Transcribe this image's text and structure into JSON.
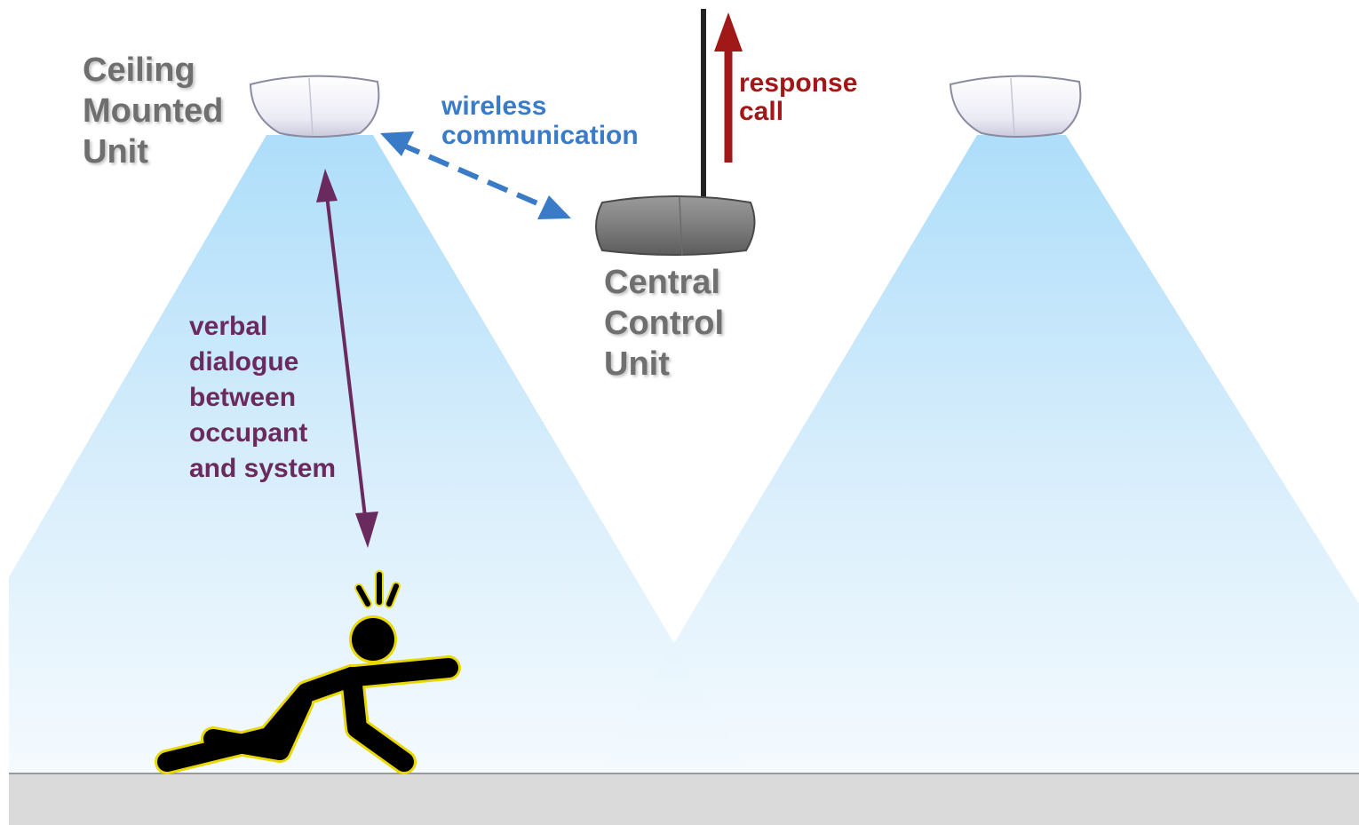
{
  "labels": {
    "ceiling_unit": [
      "Ceiling",
      "Mounted",
      "Unit"
    ],
    "wireless": [
      "wireless",
      "communication"
    ],
    "response": [
      "response",
      "call"
    ],
    "central_unit": [
      "Central",
      "Control",
      "Unit"
    ],
    "verbal": [
      "verbal",
      "dialogue",
      "between",
      "occupant",
      "and system"
    ]
  },
  "colors": {
    "wireless_arrow": "#3a7bc8",
    "response_arrow": "#a01818",
    "dialogue_arrow": "#6b2a5e",
    "light_cone": "#aee0fb",
    "floor": "#dadada",
    "figure": "#000000",
    "figure_outline": "#e8d800",
    "central_unit": "#7a7a7a",
    "ceiling_unit": "#f2f2f8"
  },
  "icons": {
    "ceiling_unit": "ceiling-sensor-icon",
    "central_unit": "hub-device-icon",
    "person": "fallen-person-icon",
    "alert": "alert-lines-icon"
  }
}
